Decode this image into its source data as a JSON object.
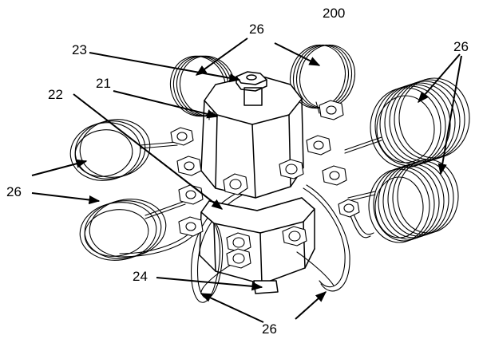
{
  "figure_number": "200",
  "callouts": [
    {
      "id": "c-23",
      "text": "23"
    },
    {
      "id": "c-21",
      "text": "21"
    },
    {
      "id": "c-22",
      "text": "22"
    },
    {
      "id": "c-26-top",
      "text": "26"
    },
    {
      "id": "c-26-right",
      "text": "26"
    },
    {
      "id": "c-26-left",
      "text": "26"
    },
    {
      "id": "c-24",
      "text": "24"
    },
    {
      "id": "c-26-bottom",
      "text": "26"
    }
  ]
}
